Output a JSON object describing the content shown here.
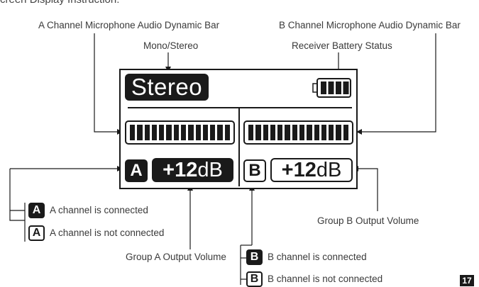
{
  "header_fragment": "creen Display Instruction:",
  "callouts": {
    "a_meter": "A Channel Microphone Audio Dynamic Bar",
    "b_meter": "B Channel Microphone Audio Dynamic Bar",
    "mono_stereo": "Mono/Stereo",
    "battery": "Receiver Battery Status",
    "group_a_volume": "Group A Output Volume",
    "group_b_volume": "Group B Output Volume"
  },
  "display": {
    "mode": "Stereo",
    "channel_a_letter": "A",
    "channel_b_letter": "B",
    "volume_a": {
      "value": "+12",
      "unit": "dB"
    },
    "volume_b": {
      "value": "+12",
      "unit": "dB"
    },
    "meter_segments": 14,
    "battery_segments": 4
  },
  "legend_a": {
    "letter": "A",
    "connected": "A channel is connected",
    "not_connected": "A channel is not connected"
  },
  "legend_b": {
    "letter": "B",
    "connected": "B channel is connected",
    "not_connected": "B channel is not connected"
  },
  "page_number": "17",
  "colors": {
    "ink": "#1a1a1a",
    "text": "#3a3a3a",
    "background": "#ffffff"
  }
}
